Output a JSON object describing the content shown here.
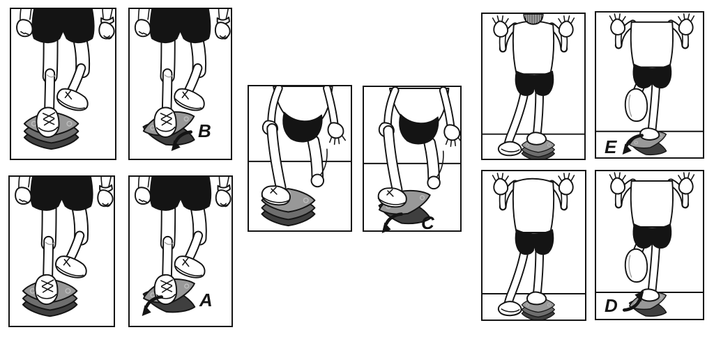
{
  "labels": {
    "a": "A",
    "b": "B",
    "c": "C",
    "d": "D",
    "e": "E"
  },
  "arrows": {
    "a": "down-left",
    "b": "down-left",
    "c": "down-left",
    "d": "up-right",
    "e": "down-left"
  },
  "panels": {
    "left_group": "single-leg balance on pad, front view (plain, B, plain, A)",
    "middle_group": "kneeling lunge with front foot on pad (plain, C)",
    "right_group": "step/single-leg balance on pad, back view (plain, E, plain, D)"
  },
  "colors": {
    "ink": "#141414",
    "paper": "#ffffff",
    "pad-top": "#989898",
    "pad-mid": "#6e6e6e",
    "pad-dark": "#3f3f3f",
    "pad-mark": "#bdbdbd"
  }
}
